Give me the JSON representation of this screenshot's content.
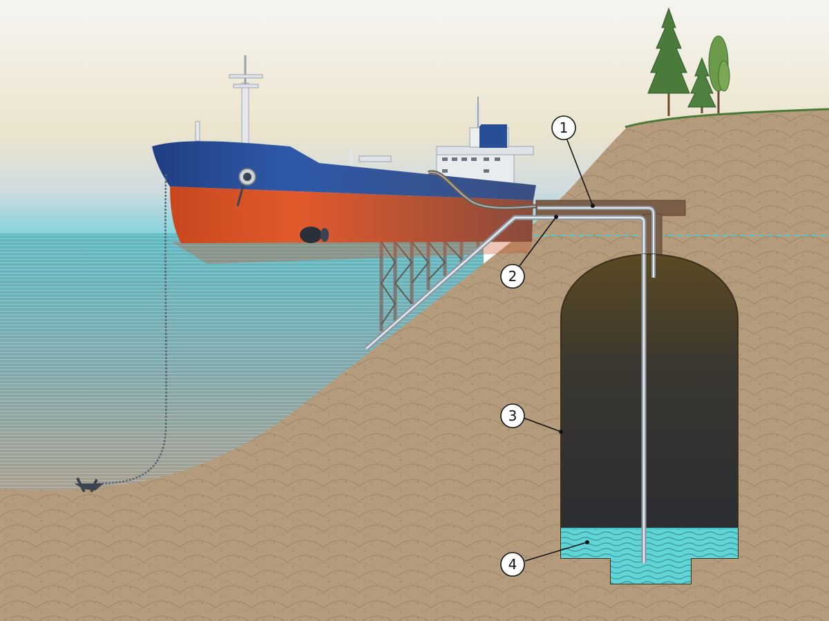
{
  "callouts": [
    {
      "number": "1",
      "part": "upper-pipe"
    },
    {
      "number": "2",
      "part": "lower-pipe"
    },
    {
      "number": "3",
      "part": "cavern-wall"
    },
    {
      "number": "4",
      "part": "water-layer"
    }
  ],
  "colors": {
    "sky_top": "#f3f2ee",
    "sky_horizon": "#e9dfc6",
    "sea": "#5fb9c2",
    "sea_deep": "#a99f8e",
    "ground": "#b69f7f",
    "hull_blue": "#284e96",
    "hull_red": "#d9552b",
    "cavern": "#2b2f38",
    "cavern_top": "#5a4722",
    "water_layer": "#4fd1d6",
    "pipe": "#b8c2cc",
    "shore_pipe": "#6e5a48",
    "tree": "#4b7b3a"
  },
  "icons": [
    "ship",
    "anchor",
    "anchor-chain",
    "pier",
    "pine-tree",
    "pipeline",
    "storage-cavern",
    "water-level-line"
  ]
}
